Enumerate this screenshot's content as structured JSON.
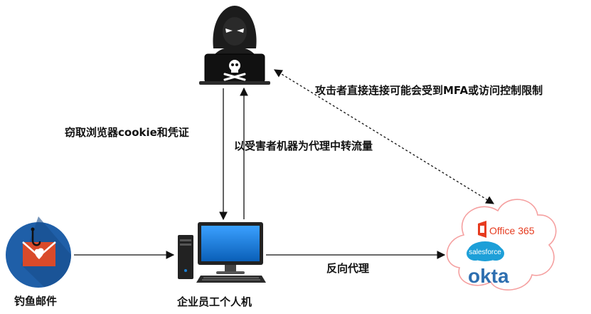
{
  "nodes": {
    "phishing_email": {
      "label": "钓鱼邮件"
    },
    "employee_pc": {
      "label": "企业员工个人机"
    },
    "attacker": {
      "label": ""
    },
    "cloud_services": {
      "services": [
        "Office 365",
        "salesforce",
        "okta"
      ]
    }
  },
  "edges": {
    "steal_cookie": {
      "label": "窃取浏览器cookie和凭证"
    },
    "proxy_traffic": {
      "label": "以受害者机器为代理中转流量"
    },
    "reverse_proxy": {
      "label": "反向代理"
    },
    "direct_connect": {
      "label": "攻击者直接连接可能会受到MFA或访问控制限制"
    }
  },
  "colors": {
    "ink": "#111111",
    "mail_circle": "#1f5fa8",
    "mail_envelope": "#d94a2a",
    "office_red": "#e63b1f",
    "salesforce_blue": "#1d9fd8",
    "okta_blue": "#2e6fb0",
    "cloud_stroke": "#f5a0a0",
    "hacker_dark": "#1c1c1c",
    "monitor_blue": "#1a7fd4"
  }
}
